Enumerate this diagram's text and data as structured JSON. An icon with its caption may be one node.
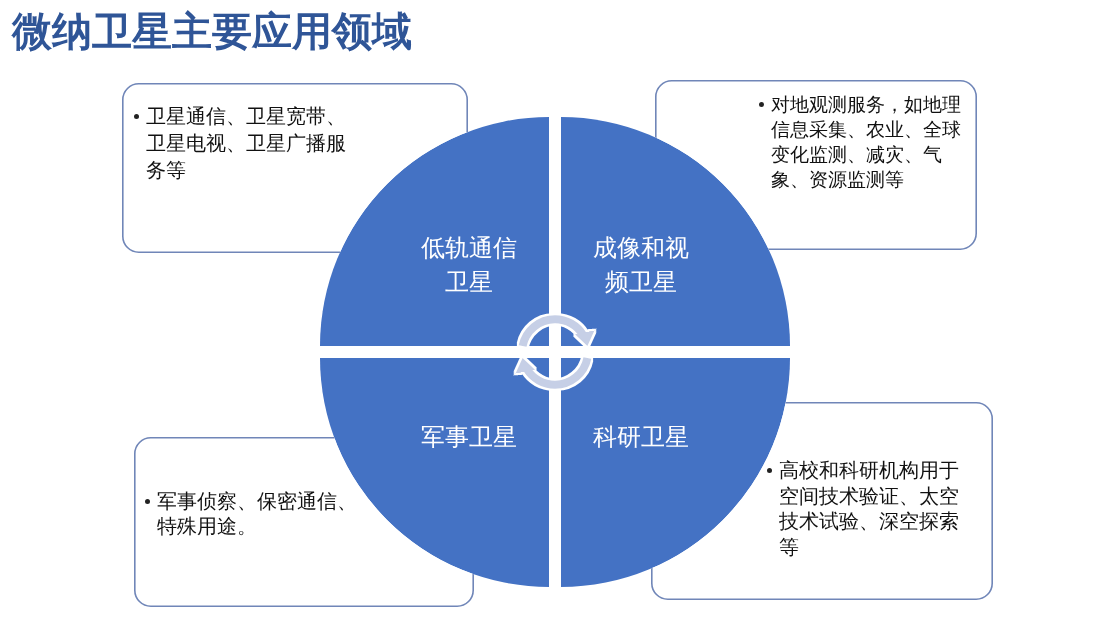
{
  "diagram": {
    "title": "微纳卫星主要应用领域",
    "nodes": [
      {
        "text": [
          "卫星通信、卫星宽带、卫星电视、卫星广播服务等"
        ]
      },
      {
        "text": [
          "对地观测服务，如地理信息采集、农业、全球变化监测、减灾、气象、资源监测等"
        ]
      },
      {
        "text": [
          "低轨通信卫星"
        ]
      },
      {
        "text": [
          "成像和视频卫星"
        ]
      },
      {
        "text": [
          "军事卫星"
        ]
      },
      {
        "text": [
          "科研卫星"
        ]
      },
      {
        "text": [
          "军事侦察、保密通信、特殊用途。"
        ]
      },
      {
        "text": [
          "高校和科研机构用于空间技术验证、太空技术试验、深空探索等"
        ]
      }
    ],
    "edges": [
      {
        "from": 2,
        "to": 3,
        "arrow": "to"
      },
      {
        "from": 5,
        "to": 4,
        "arrow": "to"
      }
    ]
  }
}
